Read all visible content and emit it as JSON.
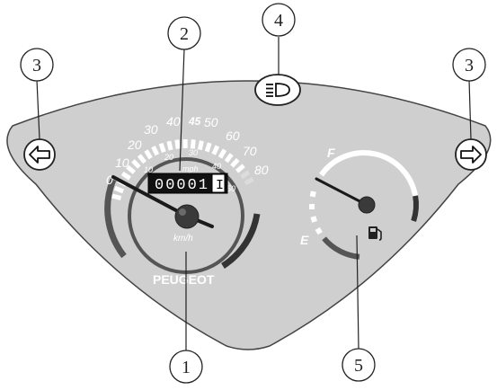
{
  "callouts": {
    "speedometer": "1",
    "odometer": "2",
    "turn_left": "3",
    "turn_right": "3",
    "headlight": "4",
    "fuel_gauge": "5"
  },
  "speedometer": {
    "outer_scale": [
      "0",
      "10",
      "20",
      "30",
      "40",
      "45",
      "50",
      "60",
      "70",
      "80"
    ],
    "inner_scale": [
      "10",
      "20",
      "30",
      "40",
      "50"
    ],
    "inner_unit": "mph",
    "unit": "km/h",
    "brand": "PEUGEOT",
    "needle_value_kmh": 0
  },
  "odometer": {
    "digits": "00001",
    "tenths": "I"
  },
  "fuel_gauge": {
    "full_label": "F",
    "empty_label": "E",
    "needle_level": 0.7
  },
  "colors": {
    "panel": "#cfcfcf",
    "panel_edge": "#555555",
    "dial_dark": "#3a3a3a",
    "needle": "#1a1a1a",
    "text_white": "#ffffff"
  },
  "icons": {
    "turn_left": "arrow-left-icon",
    "turn_right": "arrow-right-icon",
    "headlight": "high-beam-icon",
    "fuel": "fuel-pump-icon"
  }
}
